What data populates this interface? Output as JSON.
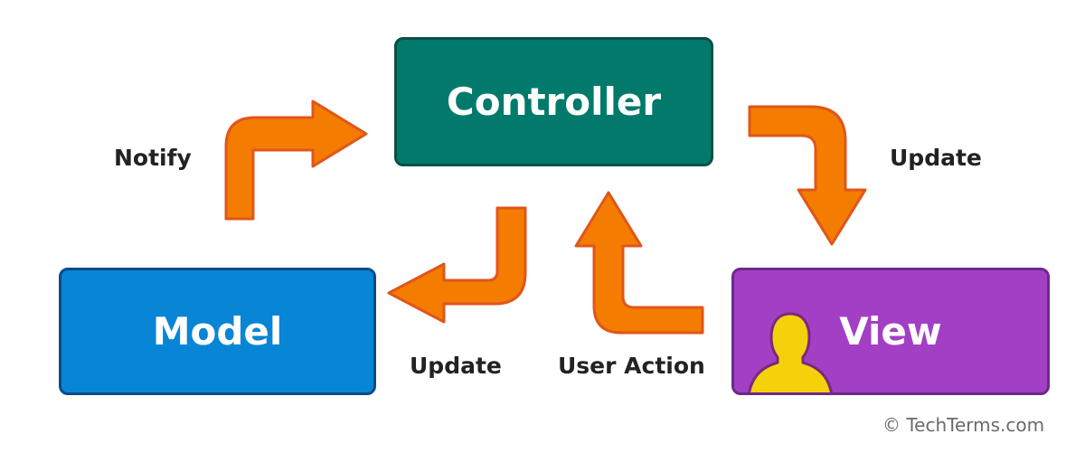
{
  "nodes": {
    "controller": "Controller",
    "model": "Model",
    "view": "View"
  },
  "edges": {
    "notify": "Notify",
    "update_to_view": "Update",
    "update_to_model": "Update",
    "user_action": "User Action"
  },
  "footer": {
    "copyright": "© TechTerms.com"
  },
  "colors": {
    "controller": "#017a6c",
    "model": "#0985d6",
    "view": "#a33fc5",
    "arrow_fill": "#f47c00",
    "arrow_stroke": "#e0561a",
    "user_icon": "#f5d10c"
  },
  "icons": [
    "user-silhouette-icon",
    "curved-arrow-icon"
  ]
}
